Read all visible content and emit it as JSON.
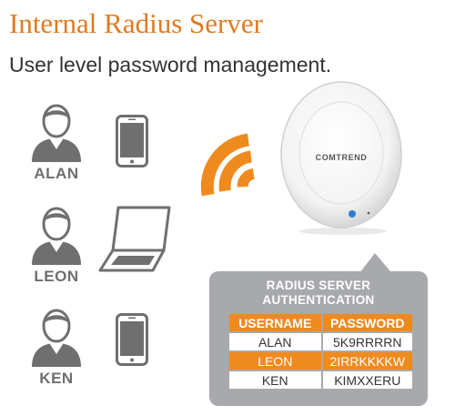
{
  "header": {
    "title": "Internal Radius Server",
    "subtitle": "User level password management."
  },
  "colors": {
    "accent": "#ef8a1f",
    "title": "#e07a22",
    "icon_gray": "#6f6f6f",
    "panel_gray": "#a7a9ac",
    "led_blue": "#2a7fd4"
  },
  "users": [
    {
      "name": "ALAN",
      "icon": "user-icon",
      "device": "smartphone-icon"
    },
    {
      "name": "LEON",
      "icon": "user-icon",
      "device": "laptop-icon"
    },
    {
      "name": "KEN",
      "icon": "user-icon",
      "device": "smartphone-icon"
    }
  ],
  "access_point": {
    "brand": "COMTREND",
    "icon": "wireless-access-point-icon"
  },
  "wifi_icon": "wifi-signal-icon",
  "panel": {
    "heading_line1": "RADIUS SERVER",
    "heading_line2": "AUTHENTICATION",
    "columns": [
      "USERNAME",
      "PASSWORD"
    ],
    "rows": [
      [
        "ALAN",
        "5K9RRRRN"
      ],
      [
        "LEON",
        "2IRRKKKKW"
      ],
      [
        "KEN",
        "KIMXXERU"
      ]
    ],
    "highlighted_row": 1
  }
}
